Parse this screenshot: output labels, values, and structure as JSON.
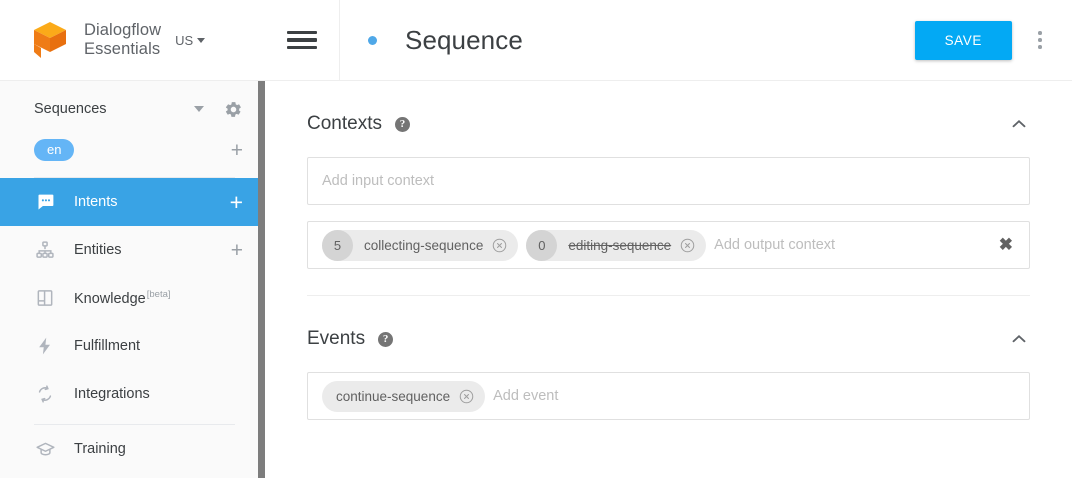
{
  "brand": {
    "logo_icon": "dialogflow-cube-logo",
    "name": "Dialogflow\nEssentials",
    "region_label": "US",
    "region_caret_icon": "caret-down-icon"
  },
  "sidebar": {
    "agent": {
      "name": "Sequences",
      "caret_icon": "caret-down-icon",
      "settings_icon": "gear-icon"
    },
    "language": {
      "code": "en",
      "add_icon": "plus-icon"
    },
    "items": [
      {
        "label": "Intents",
        "icon": "chat-bubble-icon",
        "active": true,
        "add_icon": "plus-icon"
      },
      {
        "label": "Entities",
        "icon": "org-chart-icon",
        "active": false,
        "add_icon": "plus-icon"
      },
      {
        "label": "Knowledge",
        "badge": "[beta]",
        "icon": "book-icon",
        "active": false
      },
      {
        "label": "Fulfillment",
        "icon": "lightning-bolt-icon",
        "active": false
      },
      {
        "label": "Integrations",
        "icon": "sync-arrows-icon",
        "active": false
      },
      {
        "label": "Training",
        "icon": "graduation-cap-icon",
        "active": false,
        "divider_above": true
      }
    ],
    "scrollbar_color": "#7d7d7d"
  },
  "topbar": {
    "menu_icon": "hamburger-menu-icon",
    "status_dot_color": "#4fa8e8",
    "title": "Sequence",
    "save_label": "SAVE",
    "save_color": "#03a9f4",
    "overflow_icon": "kebab-menu-icon"
  },
  "sections": {
    "contexts": {
      "title": "Contexts",
      "help_icon": "help-circle-icon",
      "collapse_icon": "chevron-up-icon",
      "input": {
        "placeholder": "Add input context",
        "chips": []
      },
      "output": {
        "placeholder": "Add output context",
        "clear_icon": "close-x-icon",
        "chips": [
          {
            "lifespan": "5",
            "label": "collecting-sequence",
            "struck": false,
            "remove_icon": "remove-circle-icon"
          },
          {
            "lifespan": "0",
            "label": "editing-sequence",
            "struck": true,
            "remove_icon": "remove-circle-icon"
          }
        ]
      }
    },
    "events": {
      "title": "Events",
      "help_icon": "help-circle-icon",
      "collapse_icon": "chevron-up-icon",
      "placeholder": "Add event",
      "chips": [
        {
          "label": "continue-sequence",
          "remove_icon": "remove-circle-icon"
        }
      ]
    }
  }
}
